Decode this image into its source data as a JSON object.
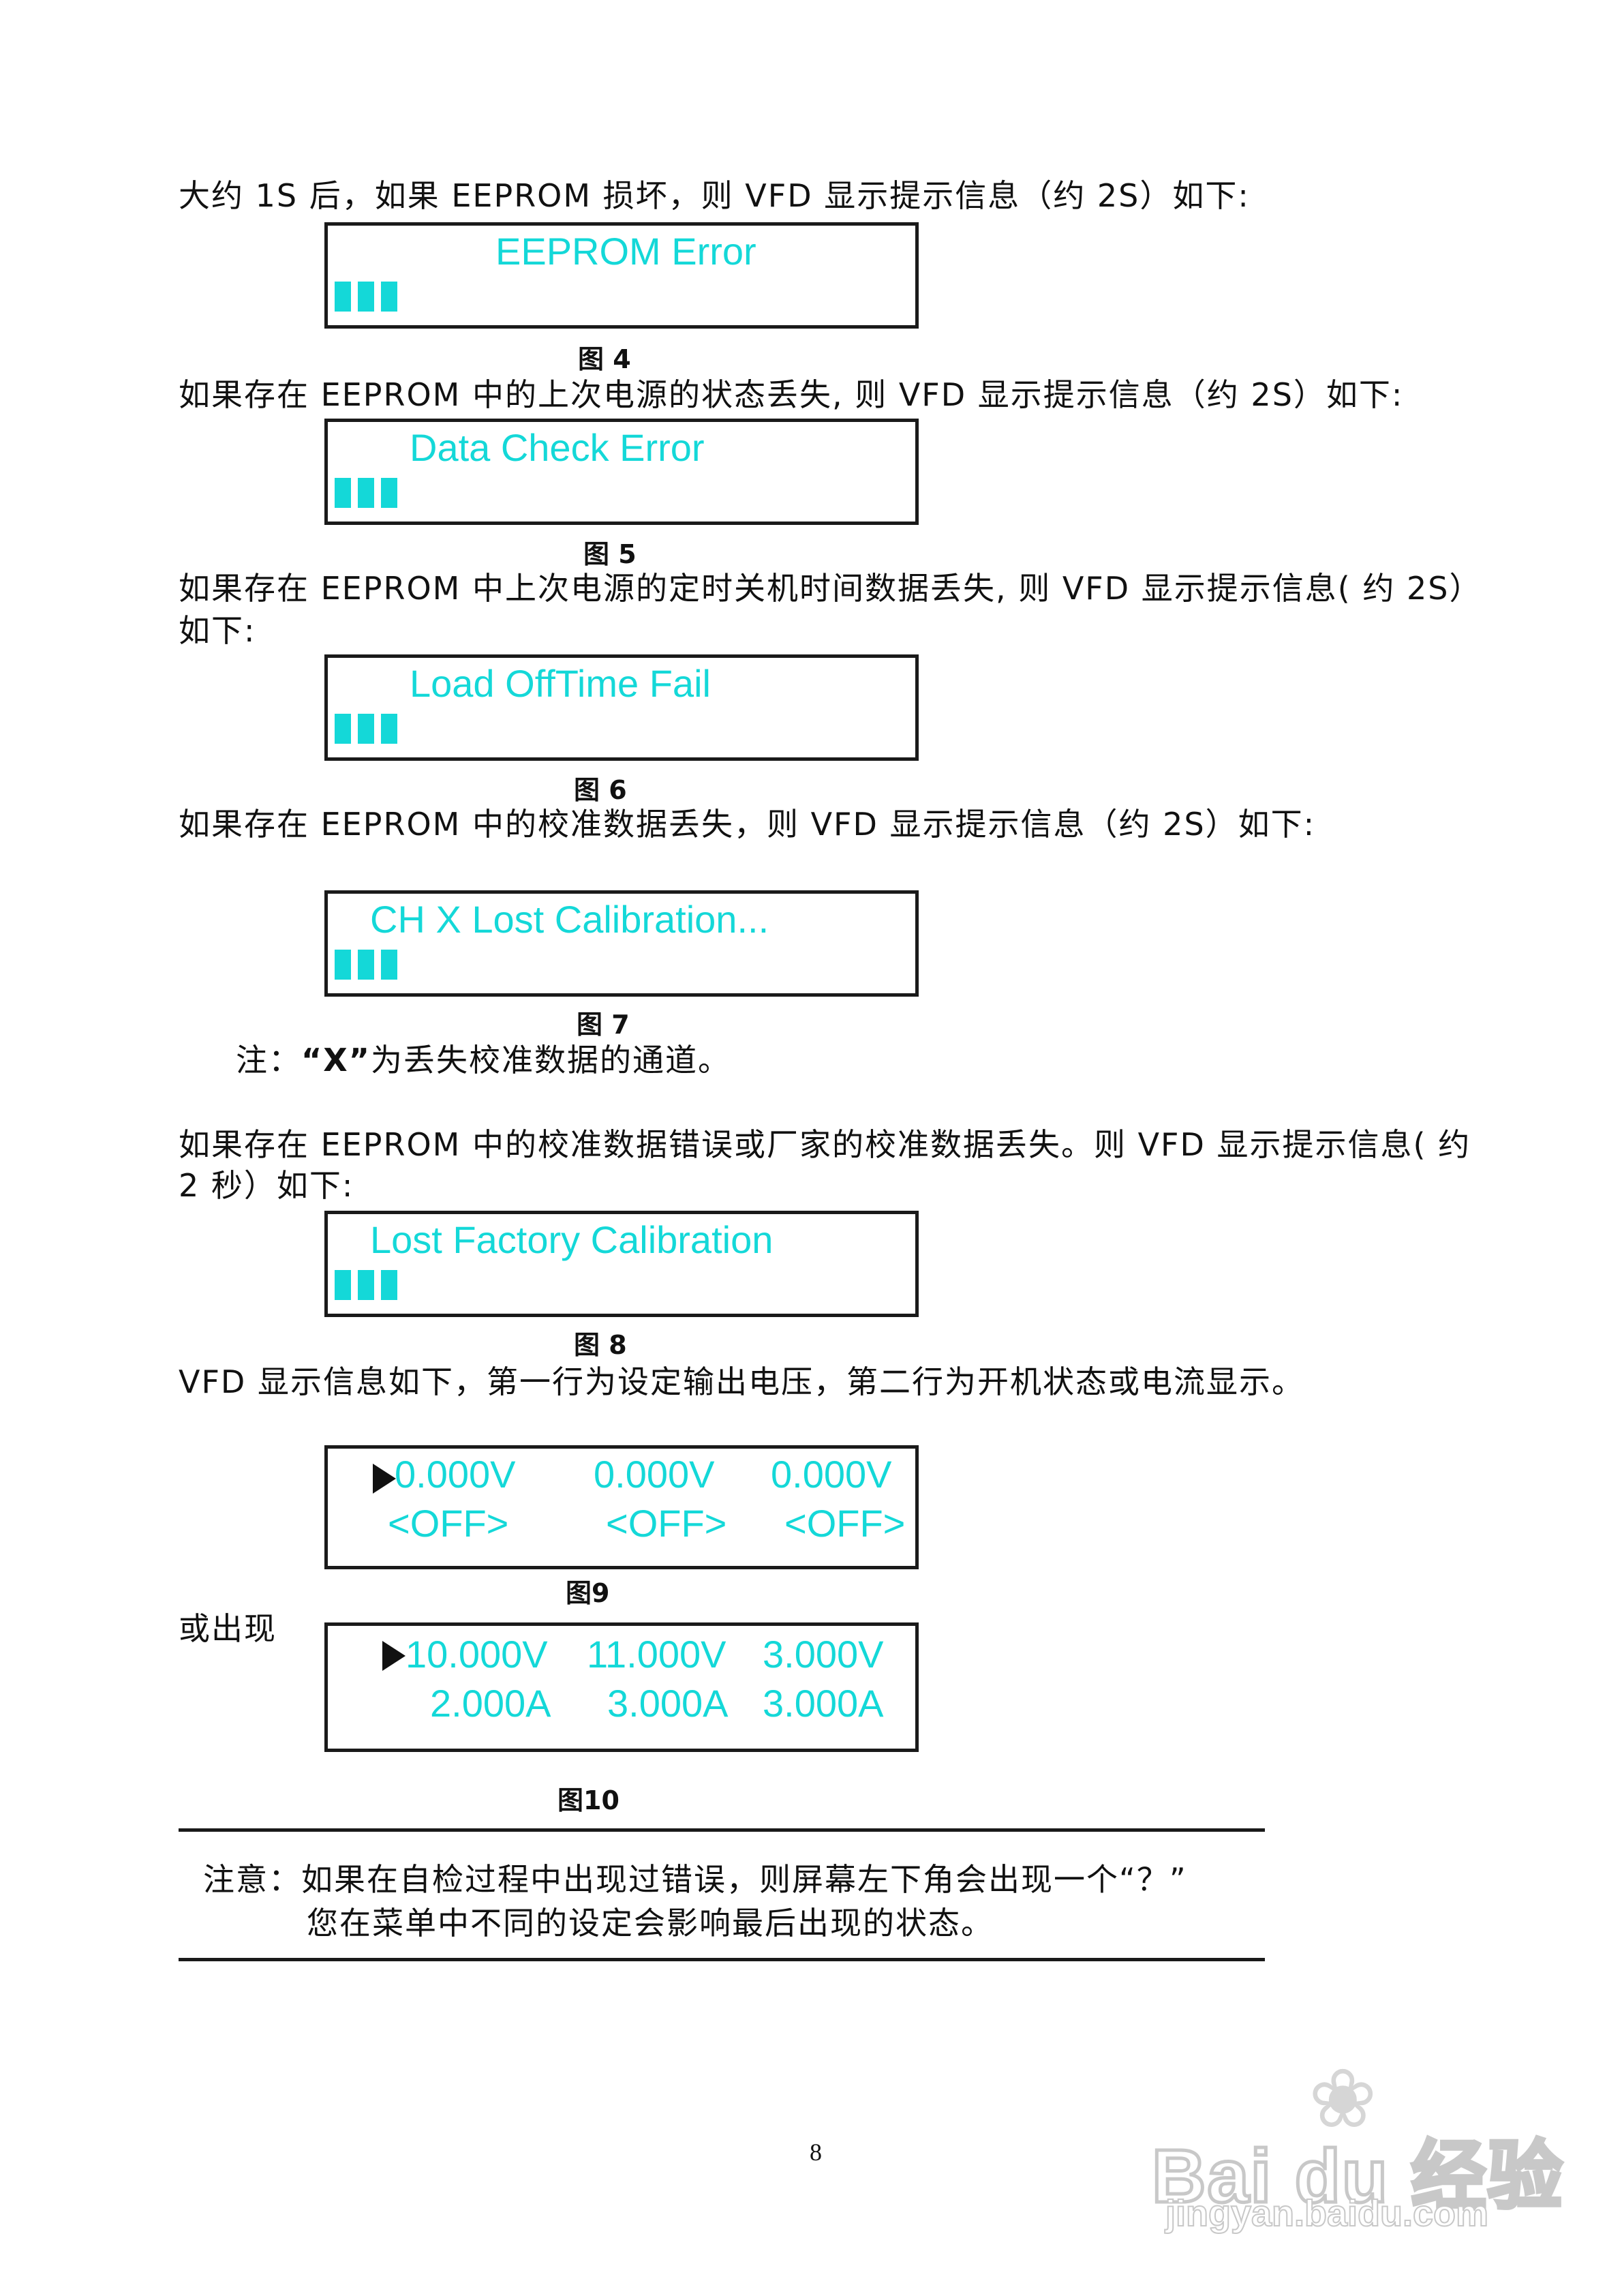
{
  "paragraphs": {
    "p1": "大约 1S 后，如果 EEPROM 损坏，则 VFD 显示提示信息（约 2S）如下:",
    "p2": "如果存在 EEPROM 中的上次电源的状态丢失, 则 VFD 显示提示信息（约 2S）如下:",
    "p3_line1": "如果存在 EEPROM 中上次电源的定时关机时间数据丢失, 则 VFD 显示提示信息( 约 2S）",
    "p3_line2": "如下:",
    "p4": "如果存在 EEPROM 中的校准数据丢失，则 VFD 显示提示信息（约 2S）如下:",
    "note_x_prefix": "注：",
    "note_x_bold": "“X”",
    "note_x_rest": "为丢失校准数据的通道。",
    "p5_line1": "如果存在 EEPROM 中的校准数据错误或厂家的校准数据丢失。则 VFD 显示提示信息( 约",
    "p5_line2": "2 秒）如下:",
    "p6": "VFD 显示信息如下，第一行为设定输出电压，第二行为开机状态或电流显示。",
    "or_appears": "或出现"
  },
  "figures": {
    "fig4": {
      "caption": "图 4",
      "display": "EEPROM Error"
    },
    "fig5": {
      "caption": "图 5",
      "display": "Data Check Error"
    },
    "fig6": {
      "caption": "图 6",
      "display": "Load OffTime Fail"
    },
    "fig7": {
      "caption": "图 7",
      "display": "CH X Lost Calibration..."
    },
    "fig8": {
      "caption": "图 8",
      "display": "Lost Factory Calibration"
    },
    "fig9": {
      "caption": "图9",
      "row1": [
        "0.000V",
        "0.000V",
        "0.000V"
      ],
      "row2": [
        "<OFF>",
        "<OFF>",
        "<OFF>"
      ]
    },
    "fig10": {
      "caption": "图10",
      "row1": [
        "10.000V",
        "11.000V",
        "3.000V"
      ],
      "row2": [
        "2.000A",
        "3.000A",
        "3.000A"
      ]
    }
  },
  "notice": {
    "line1": "注意：如果在自检过程中出现过错误，则屏幕左下角会出现一个“？”",
    "line2": "您在菜单中不同的设定会影响最后出现的状态。"
  },
  "page_number": "8",
  "watermark": {
    "brand": "Bai du 经验",
    "url": "jingyan.baidu.com"
  },
  "colors": {
    "vfd_text": "#14d8d8",
    "text": "#111111",
    "border": "#1a1a1a"
  }
}
